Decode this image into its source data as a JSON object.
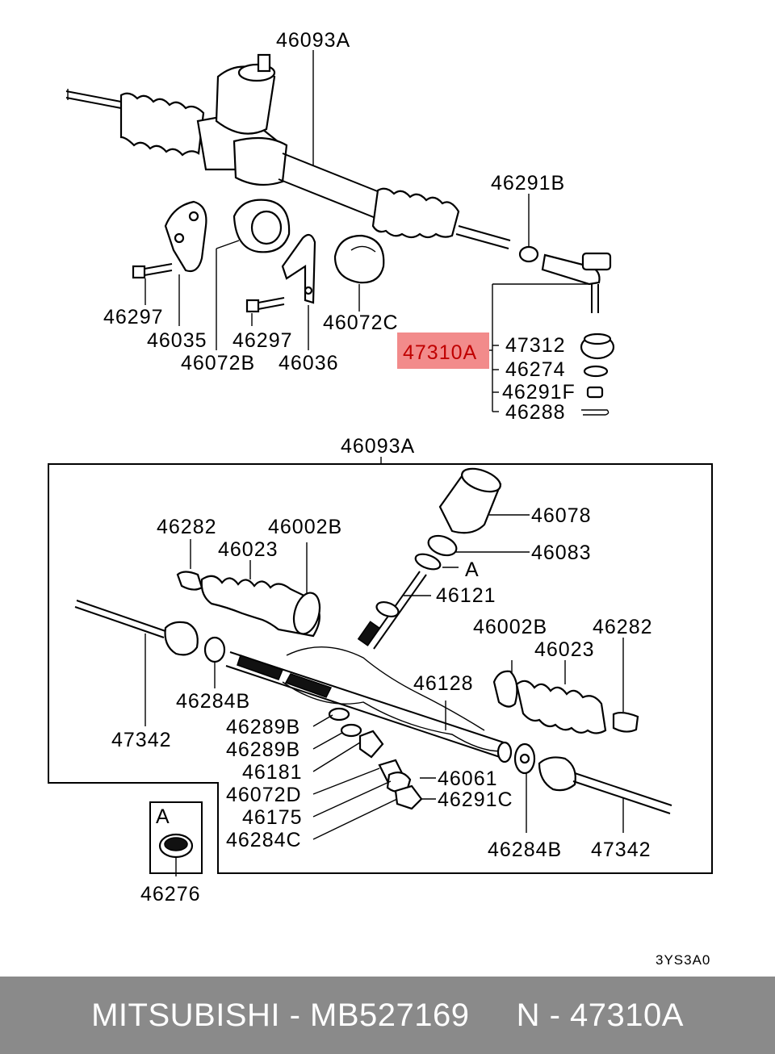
{
  "diagram": {
    "labels": {
      "top_assy": "46093A",
      "top_46291B": "46291B",
      "top_46297a": "46297",
      "top_46035": "46035",
      "top_46072B": "46072B",
      "top_46297b": "46297",
      "top_46036": "46036",
      "top_46072C": "46072C",
      "highlight": "47310A",
      "top_47312": "47312",
      "top_46274": "46274",
      "top_46291F": "46291F",
      "top_46288": "46288",
      "box_assy": "46093A",
      "b_46282_l": "46282",
      "b_46002B_l": "46002B",
      "b_46023_l": "46023",
      "b_46078": "46078",
      "b_46083": "46083",
      "b_A": "A",
      "b_46121": "46121",
      "b_46002B_r": "46002B",
      "b_46282_r": "46282",
      "b_46023_r": "46023",
      "b_46128": "46128",
      "b_46284B_l": "46284B",
      "b_46289B_1": "46289B",
      "b_46289B_2": "46289B",
      "b_47342_l": "47342",
      "b_46181": "46181",
      "b_46072D": "46072D",
      "b_46061": "46061",
      "b_46291C": "46291C",
      "b_46175": "46175",
      "b_46284C": "46284C",
      "b_46284B_r": "46284B",
      "b_47342_r": "47342",
      "inset_A": "A",
      "inset_part": "46276",
      "figure_code": "3YS3A0"
    },
    "highlight_color": "#f28b8b"
  },
  "footer": {
    "text": "MITSUBISHI - MB527169     N - 47310A",
    "bg_color": "#8a8a8a"
  }
}
